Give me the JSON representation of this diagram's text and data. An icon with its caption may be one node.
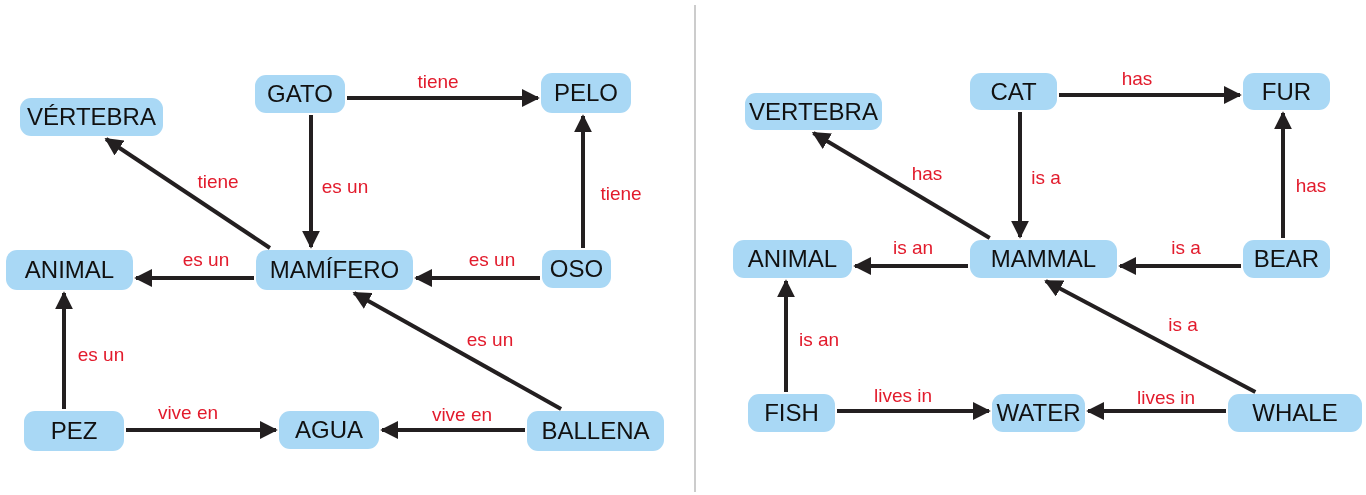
{
  "diagram": {
    "nodes": [
      {
        "text": [
          "GATO"
        ]
      },
      {
        "text": [
          "PELO"
        ]
      },
      {
        "text": [
          "VÉRTEBRA"
        ]
      },
      {
        "text": [
          "ANIMAL"
        ]
      },
      {
        "text": [
          "MAMÍFERO"
        ]
      },
      {
        "text": [
          "OSO"
        ]
      },
      {
        "text": [
          "PEZ"
        ]
      },
      {
        "text": [
          "AGUA"
        ]
      },
      {
        "text": [
          "BALLENA"
        ]
      },
      {
        "text": [
          "CAT"
        ]
      },
      {
        "text": [
          "FUR"
        ]
      },
      {
        "text": [
          "VERTEBRA"
        ]
      },
      {
        "text": [
          "ANIMAL"
        ]
      },
      {
        "text": [
          "MAMMAL"
        ]
      },
      {
        "text": [
          "BEAR"
        ]
      },
      {
        "text": [
          "FISH"
        ]
      },
      {
        "text": [
          "WATER"
        ]
      },
      {
        "text": [
          "WHALE"
        ]
      }
    ],
    "edges": [
      {
        "from": 0,
        "to": 1,
        "arrow": "to",
        "label": "tiene"
      },
      {
        "from": 0,
        "to": 4,
        "arrow": "to",
        "label": "es un"
      },
      {
        "from": 5,
        "to": 1,
        "arrow": "to",
        "label": "tiene"
      },
      {
        "from": 4,
        "to": 2,
        "arrow": "to",
        "label": "tiene"
      },
      {
        "from": 4,
        "to": 3,
        "arrow": "to",
        "label": "es un"
      },
      {
        "from": 5,
        "to": 4,
        "arrow": "to",
        "label": "es un"
      },
      {
        "from": 8,
        "to": 4,
        "arrow": "to",
        "label": "es un"
      },
      {
        "from": 6,
        "to": 3,
        "arrow": "to",
        "label": "es un"
      },
      {
        "from": 6,
        "to": 7,
        "arrow": "to",
        "label": "vive en"
      },
      {
        "from": 8,
        "to": 7,
        "arrow": "to",
        "label": "vive en"
      },
      {
        "from": 9,
        "to": 10,
        "arrow": "to",
        "label": "has"
      },
      {
        "from": 9,
        "to": 13,
        "arrow": "to",
        "label": "is a"
      },
      {
        "from": 14,
        "to": 10,
        "arrow": "to",
        "label": "has"
      },
      {
        "from": 13,
        "to": 11,
        "arrow": "to",
        "label": "has"
      },
      {
        "from": 13,
        "to": 12,
        "arrow": "to",
        "label": "is an"
      },
      {
        "from": 14,
        "to": 13,
        "arrow": "to",
        "label": "is a"
      },
      {
        "from": 17,
        "to": 13,
        "arrow": "to",
        "label": "is a"
      },
      {
        "from": 15,
        "to": 12,
        "arrow": "to",
        "label": "is an"
      },
      {
        "from": 15,
        "to": 16,
        "arrow": "to",
        "label": "lives in"
      },
      {
        "from": 17,
        "to": 16,
        "arrow": "to",
        "label": "lives in"
      }
    ]
  }
}
